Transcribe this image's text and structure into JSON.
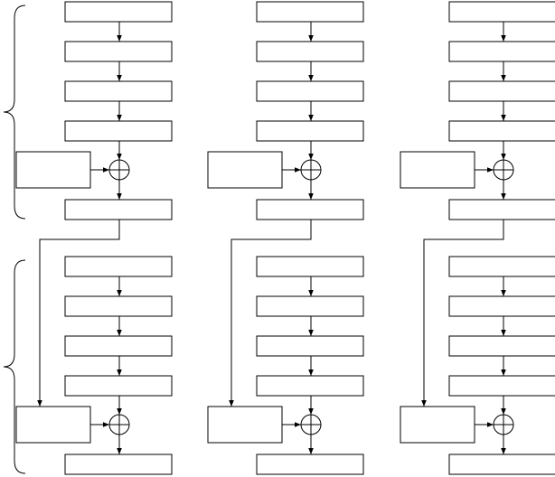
{
  "diagram": {
    "title": "",
    "stages": [
      {
        "label": "",
        "columns": [
          {
            "blocks": [
              "",
              "",
              "",
              ""
            ],
            "side_input": "",
            "adder_symbol": "⊕",
            "output": ""
          },
          {
            "blocks": [
              "",
              "",
              "",
              ""
            ],
            "side_input": "",
            "adder_symbol": "⊕",
            "output": ""
          },
          {
            "blocks": [
              "",
              "",
              "",
              ""
            ],
            "side_input": "",
            "adder_symbol": "⊕",
            "output": ""
          }
        ]
      },
      {
        "label": "",
        "columns": [
          {
            "blocks": [
              "",
              "",
              "",
              ""
            ],
            "side_input": "",
            "adder_symbol": "⊕",
            "output": ""
          },
          {
            "blocks": [
              "",
              "",
              "",
              ""
            ],
            "side_input": "",
            "adder_symbol": "⊕",
            "output": ""
          },
          {
            "blocks": [
              "",
              "",
              "",
              ""
            ],
            "side_input": "",
            "adder_symbol": "⊕",
            "output": ""
          }
        ]
      }
    ],
    "connections": [
      {
        "from": "stage-1-column-1-output",
        "to": "stage-2-column-1-side-input"
      },
      {
        "from": "stage-1-column-2-output",
        "to": "stage-2-column-2-side-input"
      },
      {
        "from": "stage-1-column-3-output",
        "to": "stage-2-column-3-side-input"
      }
    ]
  }
}
